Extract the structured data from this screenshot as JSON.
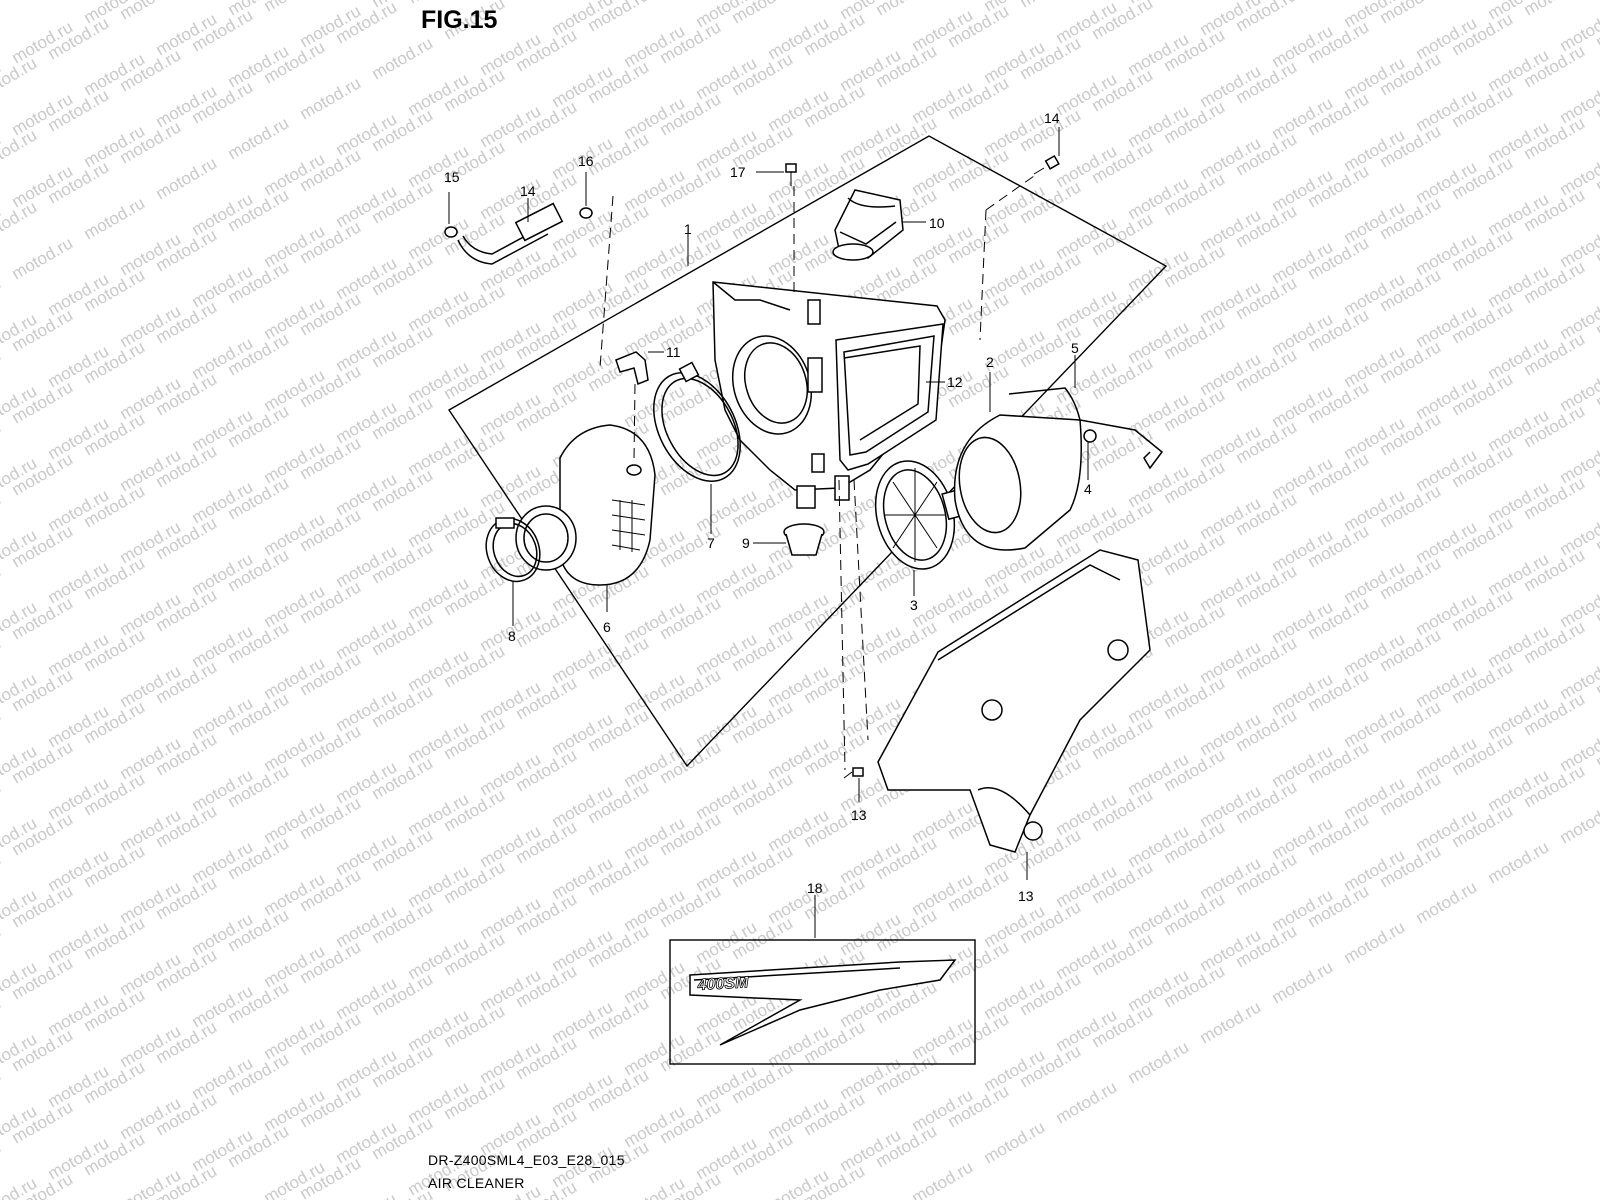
{
  "figure_title": "FIG.15",
  "model_code": "DR-Z400SML4_E03_E28_015",
  "assembly_name": "AIR CLEANER",
  "watermark_text": "motod.ru",
  "decal_text": "400SM",
  "callouts": [
    "1",
    "2",
    "3",
    "4",
    "5",
    "6",
    "7",
    "8",
    "9",
    "10",
    "11",
    "12",
    "13",
    "14",
    "14",
    "15",
    "16",
    "17",
    "17",
    "18"
  ],
  "colors": {
    "line": "#000000",
    "watermark": "#c9c9c9",
    "background": "#ffffff"
  }
}
